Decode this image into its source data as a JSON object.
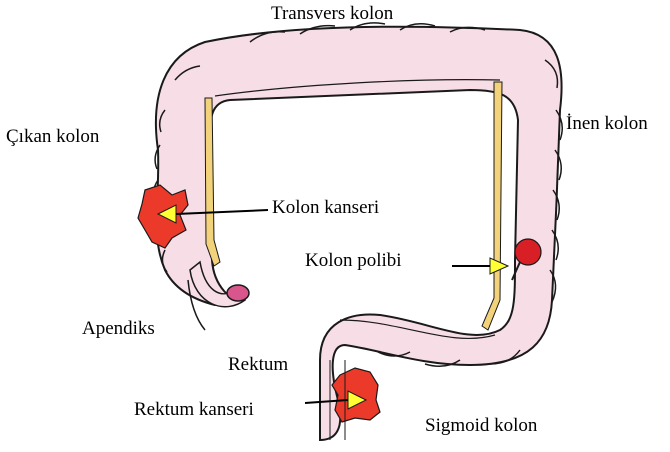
{
  "labels": {
    "transverse_colon": "Transvers kolon",
    "ascending_colon": "Çıkan kolon",
    "descending_colon": "İnen kolon",
    "colon_cancer": "Kolon kanseri",
    "colon_polyp": "Kolon polibi",
    "appendix": "Apendiks",
    "rectum": "Rektum",
    "rectal_cancer": "Rektum kanseri",
    "sigmoid_colon": "Sigmoid kolon"
  },
  "colors": {
    "colon_fill": "#f7dde6",
    "colon_outline": "#1a1a1a",
    "inner_wall": "#f2d27a",
    "cancer": "#ec3a2a",
    "polyp": "#d81f26",
    "arrow_head": "#ffff33",
    "appendix_opening": "#d9568c"
  }
}
